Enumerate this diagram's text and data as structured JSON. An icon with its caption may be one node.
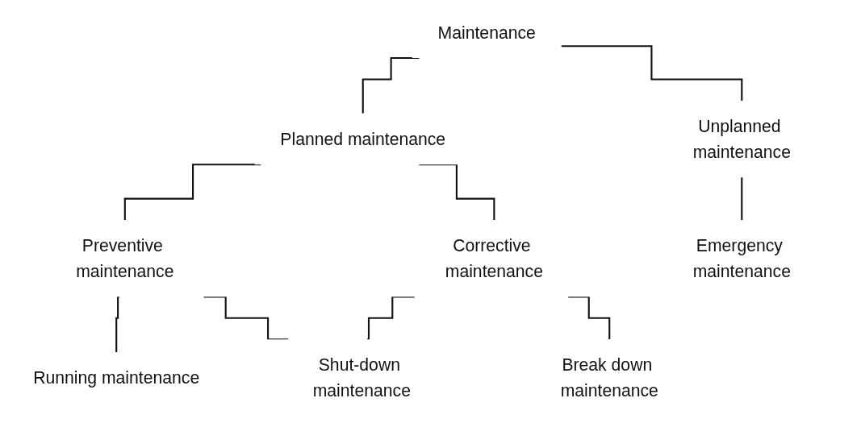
{
  "diagram": {
    "nodes": [
      {
        "text": [
          "Maintenance"
        ]
      },
      {
        "text": [
          "Planned maintenance"
        ]
      },
      {
        "text": [
          "Unplanned maintenance"
        ]
      },
      {
        "text": [
          "Preventive maintenance"
        ]
      },
      {
        "text": [
          "Corrective maintenance"
        ]
      },
      {
        "text": [
          "Running maintenance"
        ]
      },
      {
        "text": [
          "Shut-down maintenance"
        ]
      },
      {
        "text": [
          "Break down maintenance"
        ]
      },
      {
        "text": [
          "Emergency maintenance"
        ]
      }
    ],
    "edges": [
      {
        "from": 0,
        "to": 1,
        "arrow": "none"
      },
      {
        "from": 0,
        "to": 2,
        "arrow": "none"
      },
      {
        "from": 1,
        "to": 3,
        "arrow": "none"
      },
      {
        "from": 1,
        "to": 4,
        "arrow": "none"
      },
      {
        "from": 3,
        "to": 5,
        "arrow": "none"
      },
      {
        "from": 3,
        "to": 6,
        "arrow": "none"
      },
      {
        "from": 4,
        "to": 6,
        "arrow": "none"
      },
      {
        "from": 4,
        "to": 7,
        "arrow": "none"
      },
      {
        "from": 2,
        "to": 8,
        "arrow": "none"
      }
    ]
  }
}
